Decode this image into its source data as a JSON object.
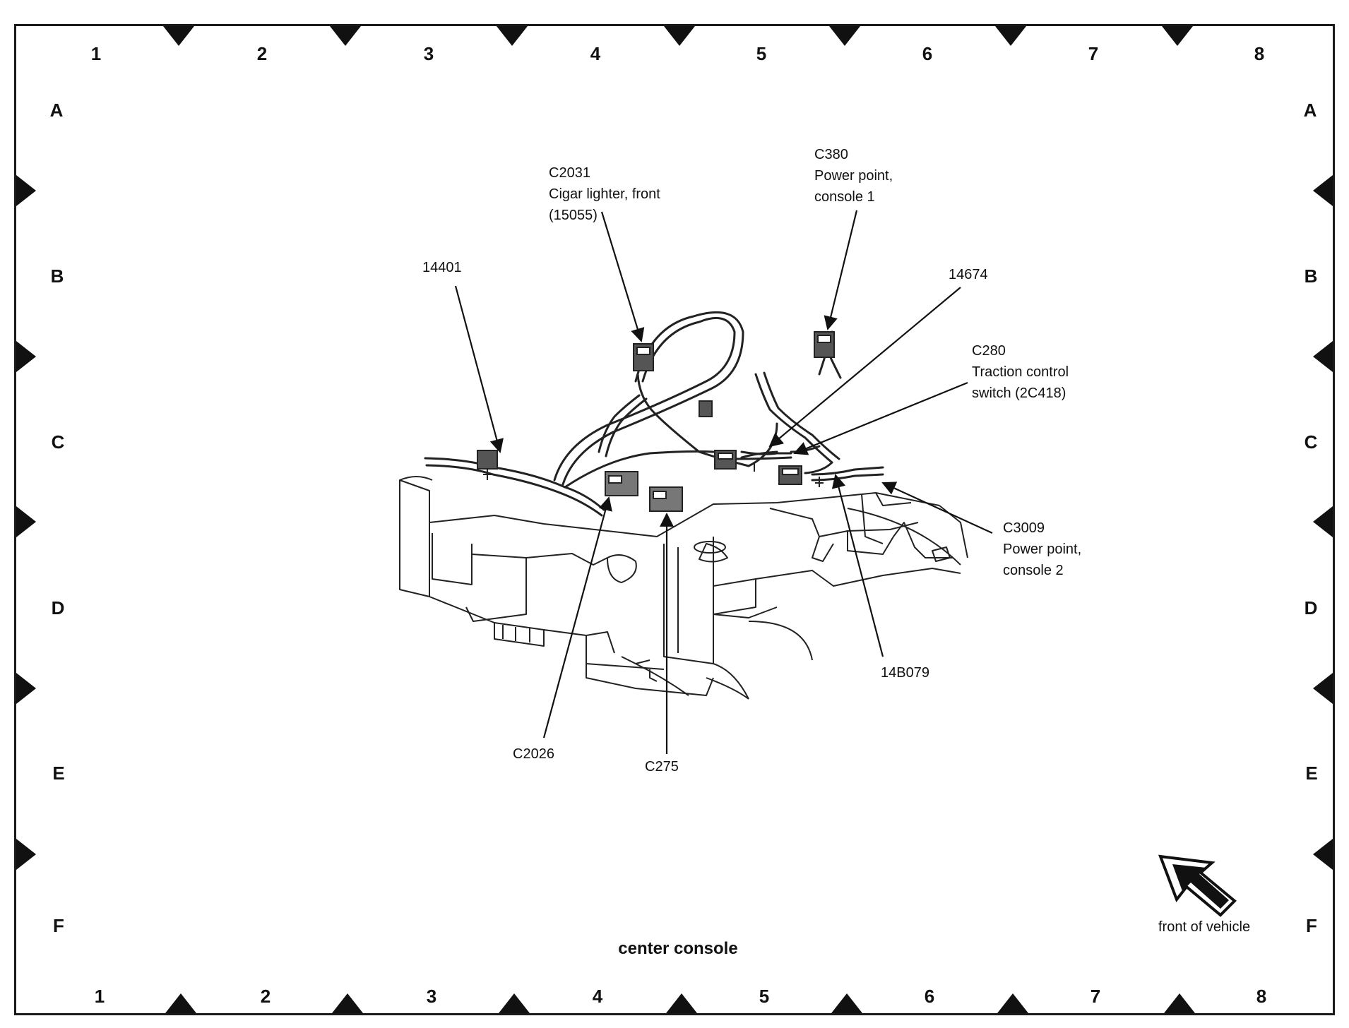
{
  "grid": {
    "columns": [
      "1",
      "2",
      "3",
      "4",
      "5",
      "6",
      "7",
      "8"
    ],
    "rows": [
      "A",
      "B",
      "C",
      "D",
      "E",
      "F"
    ]
  },
  "callouts": {
    "c2031": {
      "lines": [
        "C2031",
        "Cigar lighter, front",
        "(15055)"
      ]
    },
    "c380": {
      "lines": [
        "C380",
        "Power point,",
        "console 1"
      ]
    },
    "p14401": {
      "lines": [
        "14401"
      ]
    },
    "p14674": {
      "lines": [
        "14674"
      ]
    },
    "c280": {
      "lines": [
        "C280",
        "Traction control",
        "switch (2C418)"
      ]
    },
    "c3009": {
      "lines": [
        "C3009",
        "Power point,",
        "console 2"
      ]
    },
    "p14b079": {
      "lines": [
        "14B079"
      ]
    },
    "c2026": {
      "lines": [
        "C2026"
      ]
    },
    "c275": {
      "lines": [
        "C275"
      ]
    }
  },
  "title": "center console",
  "front_indicator": {
    "label": "front of vehicle",
    "icon": "arrow-up-left-icon"
  },
  "colors": {
    "ink": "#111111",
    "background": "#ffffff"
  }
}
